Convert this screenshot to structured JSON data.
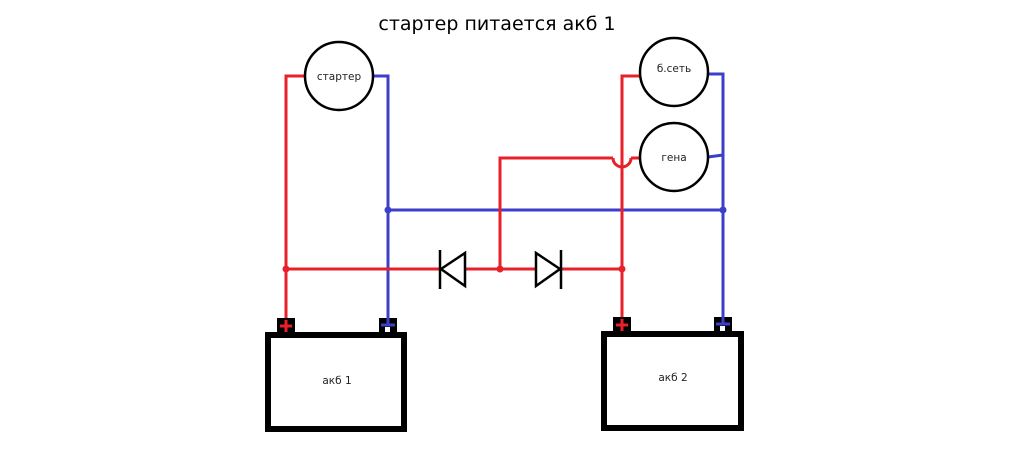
{
  "title": "стартер питается акб 1",
  "colors": {
    "positive_wire": "#e8202a",
    "negative_wire": "#3c3fc8",
    "outline": "#000000",
    "background": "#ffffff"
  },
  "components": {
    "starter": {
      "label": "стартер",
      "type": "circle-load"
    },
    "network": {
      "label": "б.сеть",
      "type": "circle-load"
    },
    "generator": {
      "label": "гена",
      "type": "circle-load"
    },
    "battery1": {
      "label": "акб 1",
      "positive": "+",
      "negative": "-"
    },
    "battery2": {
      "label": "акб 2",
      "positive": "+",
      "negative": "-"
    },
    "diode_left": {
      "direction": "pointing-left"
    },
    "diode_right": {
      "direction": "pointing-right"
    }
  }
}
